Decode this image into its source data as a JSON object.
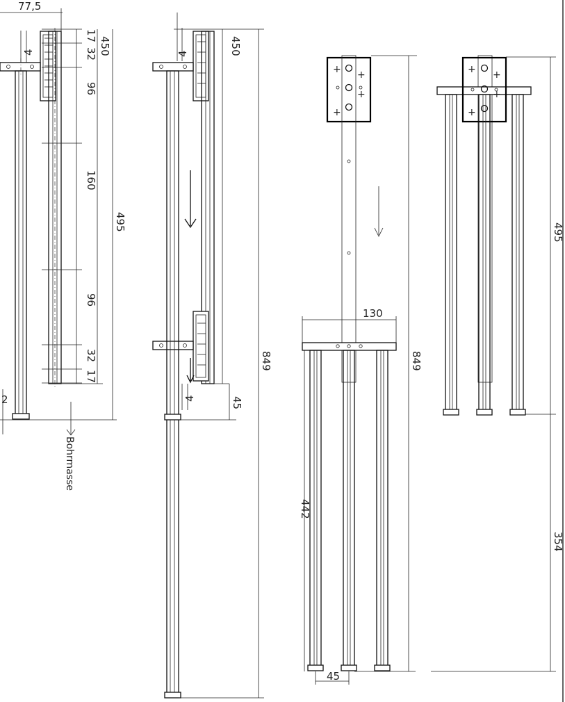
{
  "drawing": {
    "view1": {
      "dims": {
        "top_offset": "77,5",
        "t4": "4",
        "d17a": "17",
        "d32a": "32",
        "d96a": "96",
        "d160": "160",
        "d96b": "96",
        "d32b": "32",
        "d17b": "17",
        "d450": "450",
        "d495": "495",
        "d2": "2"
      },
      "note": "Bohrmasse"
    },
    "view2": {
      "dims": {
        "t4a": "4",
        "d450": "450",
        "t4b": "4",
        "d45": "45",
        "d849": "849"
      }
    },
    "view3": {
      "dims": {
        "d130": "130",
        "d849": "849",
        "d442": "442",
        "d45": "45"
      }
    },
    "view4": {
      "dims": {
        "d495": "495",
        "d354": "354"
      }
    }
  }
}
